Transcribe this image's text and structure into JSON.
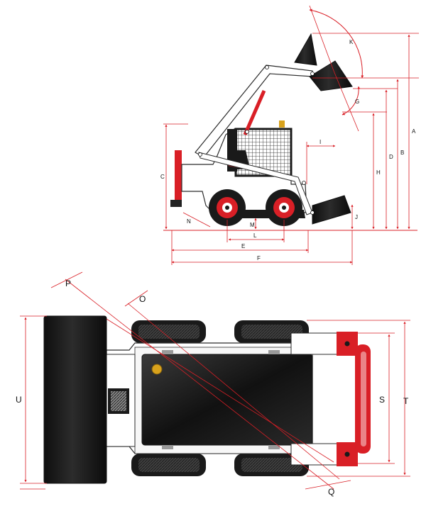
{
  "colors": {
    "accent_red": "#d91f26",
    "dark": "#1a1a1a",
    "outline": "#2b2b2b",
    "grid": "#9a9a9a",
    "highlight": "#f2f2f2",
    "gold": "#d8a21c"
  },
  "side_view": {
    "labels": {
      "A": "A",
      "B": "B",
      "C": "C",
      "D": "D",
      "E": "E",
      "F": "F",
      "G": "G",
      "H": "H",
      "I": "I",
      "J": "J",
      "K": "K",
      "L": "L",
      "M": "M",
      "N": "N"
    }
  },
  "top_view": {
    "labels": {
      "O": "O",
      "P": "P",
      "Q": "Q",
      "S": "S",
      "T": "T",
      "U": "U"
    }
  }
}
